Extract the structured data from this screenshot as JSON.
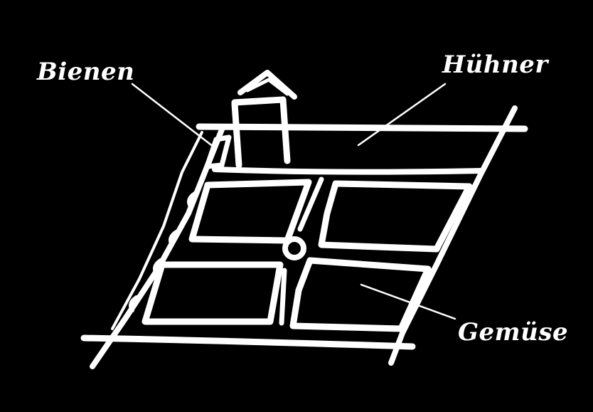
{
  "labels": {
    "bienen": "Bienen",
    "huehner": "Hühner",
    "gemuese": "Gemüse"
  },
  "colors": {
    "background": "#000000",
    "ink": "#ffffff"
  }
}
